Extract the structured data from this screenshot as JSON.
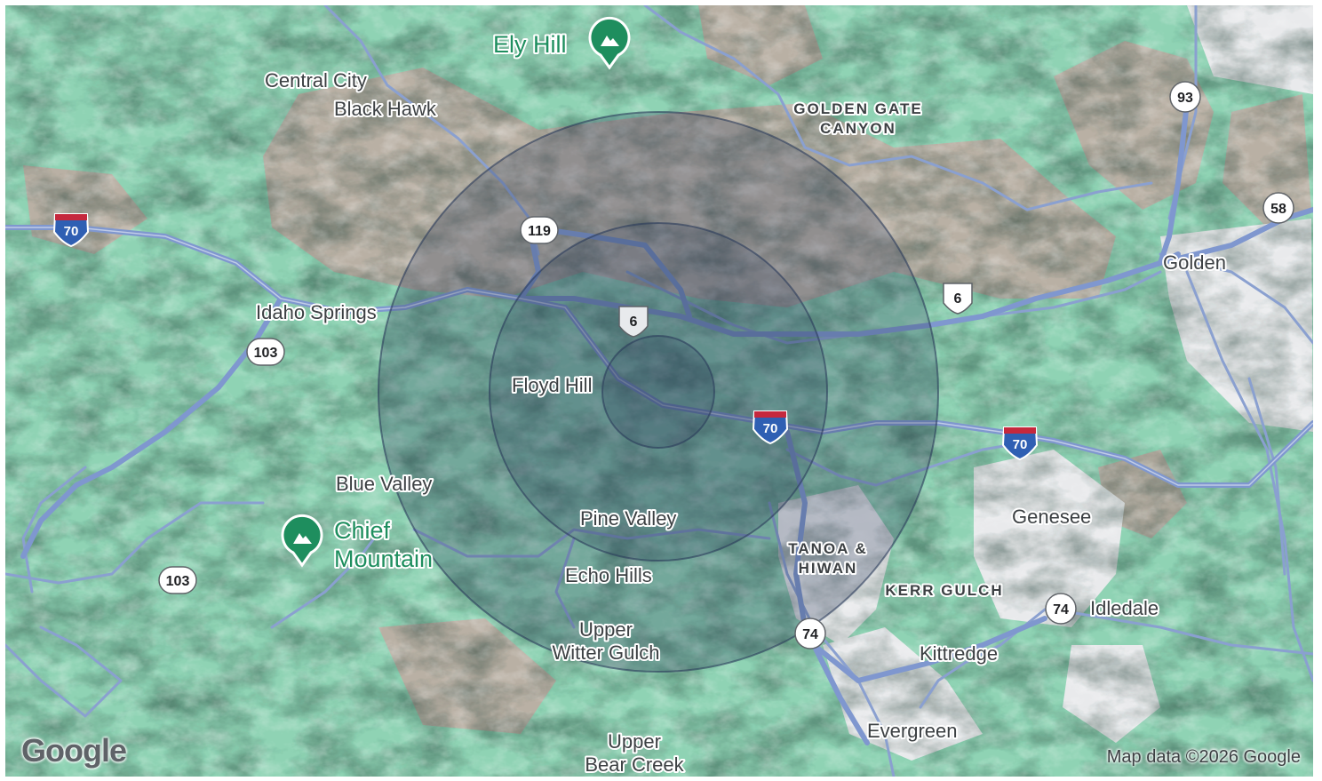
{
  "map": {
    "places": [
      {
        "key": "central-city",
        "text": "Central City"
      },
      {
        "key": "black-hawk",
        "text": "Black Hawk"
      },
      {
        "key": "idaho-springs",
        "text": "Idaho Springs"
      },
      {
        "key": "floyd-hill",
        "text": "Floyd Hill"
      },
      {
        "key": "blue-valley",
        "text": "Blue Valley"
      },
      {
        "key": "pine-valley",
        "text": "Pine Valley"
      },
      {
        "key": "echo-hills",
        "text": "Echo Hills"
      },
      {
        "key": "upper-witter-gulch-1",
        "text": "Upper"
      },
      {
        "key": "upper-witter-gulch-2",
        "text": "Witter Gulch"
      },
      {
        "key": "upper-bear-creek-1",
        "text": "Upper"
      },
      {
        "key": "upper-bear-creek-2",
        "text": "Bear Creek"
      },
      {
        "key": "genesee",
        "text": "Genesee"
      },
      {
        "key": "golden",
        "text": "Golden"
      },
      {
        "key": "idledale",
        "text": "Idledale"
      },
      {
        "key": "kittredge",
        "text": "Kittredge"
      },
      {
        "key": "evergreen",
        "text": "Evergreen"
      }
    ],
    "areas": [
      {
        "key": "golden-gate-canyon-1",
        "text": "GOLDEN GATE"
      },
      {
        "key": "golden-gate-canyon-2",
        "text": "CANYON"
      },
      {
        "key": "tanoa-hiwan-1",
        "text": "TANOA &"
      },
      {
        "key": "tanoa-hiwan-2",
        "text": "HIWAN"
      },
      {
        "key": "kerr-gulch",
        "text": "KERR GULCH"
      }
    ],
    "pois": [
      {
        "key": "ely-hill",
        "text": "Ely Hill",
        "icon": "mountain-icon"
      },
      {
        "key": "chief-mountain-1",
        "text": "Chief",
        "icon": "mountain-icon"
      },
      {
        "key": "chief-mountain-2",
        "text": "Mountain"
      }
    ],
    "shields": [
      {
        "key": "i70-west",
        "text": "70",
        "type": "interstate"
      },
      {
        "key": "i70-mid",
        "text": "70",
        "type": "interstate"
      },
      {
        "key": "i70-east",
        "text": "70",
        "type": "interstate"
      },
      {
        "key": "hwy-119",
        "text": "119",
        "type": "state"
      },
      {
        "key": "hwy-6-west",
        "text": "6",
        "type": "us"
      },
      {
        "key": "hwy-6-east",
        "text": "6",
        "type": "us"
      },
      {
        "key": "hwy-103-north",
        "text": "103",
        "type": "state"
      },
      {
        "key": "hwy-103-south",
        "text": "103",
        "type": "state"
      },
      {
        "key": "hwy-93",
        "text": "93",
        "type": "state"
      },
      {
        "key": "hwy-58",
        "text": "58",
        "type": "state"
      },
      {
        "key": "hwy-74-south",
        "text": "74",
        "type": "state"
      },
      {
        "key": "hwy-74-east",
        "text": "74",
        "type": "state"
      }
    ],
    "range_rings": 3,
    "colors": {
      "forest": "#8fd3b4",
      "terrain": "#b9b0a4",
      "urban": "#e9eaec",
      "road": "#8aa0d0",
      "interstate": "#2f5fb3",
      "interstate_top": "#c5283d",
      "ring_fill": "#2a3a5a",
      "ring_stroke": "#2a3a5a",
      "poi": "#1e8e5e"
    }
  },
  "logo": "Google",
  "attribution": "Map data ©2026 Google"
}
